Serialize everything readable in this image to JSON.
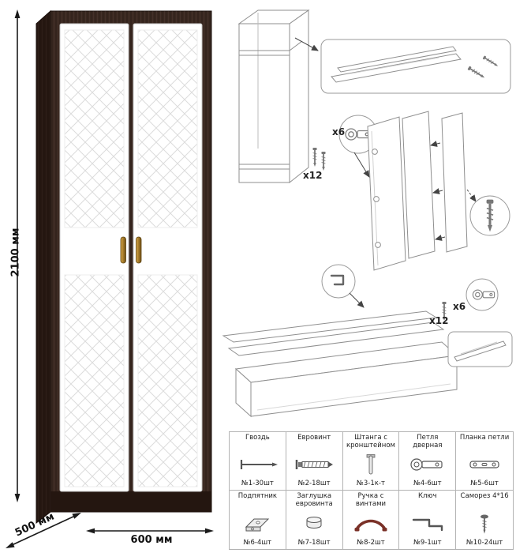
{
  "dimensions": {
    "height_label": "2100 мм",
    "depth_label": "500 мм",
    "width_label": "600 мм"
  },
  "diagram": {
    "qty_labels": {
      "hinges_top": "x6",
      "screws_top": "x12",
      "hinges_bottom": "x6",
      "screws_bottom": "x12"
    }
  },
  "colors": {
    "carcass_wenge": "#3a2820",
    "carcass_side": "#261711",
    "door_white": "#ffffff",
    "quilt_line": "#dcdcdc",
    "handle_gold": "#a57a28",
    "line_art_gray": "#8f8f8f",
    "dimension_black": "#1a1a1a"
  },
  "parts_table": {
    "cells": [
      {
        "name": "Гвоздь",
        "qty": "№1-30шт",
        "icon": "nail-icon"
      },
      {
        "name": "Евровинт",
        "qty": "№2-18шт",
        "icon": "euroscrew-icon"
      },
      {
        "name": "Штанга с кронштейном",
        "qty": "№3-1к-т",
        "icon": "rod-bracket-icon"
      },
      {
        "name": "Петля дверная",
        "qty": "№4-6шт",
        "icon": "door-hinge-icon"
      },
      {
        "name": "Планка петли",
        "qty": "№5-6шт",
        "icon": "hinge-plate-icon"
      },
      {
        "name": "Подпятник",
        "qty": "№6-4шт",
        "icon": "foot-pad-icon"
      },
      {
        "name": "Заглушка евровинта",
        "qty": "№7-18шт",
        "icon": "screw-cap-icon"
      },
      {
        "name": "Ручка с винтами",
        "qty": "№8-2шт",
        "icon": "handle-icon"
      },
      {
        "name": "Ключ",
        "qty": "№9-1шт",
        "icon": "key-icon"
      },
      {
        "name": "Саморез 4*16",
        "qty": "№10-24шт",
        "icon": "self-tapping-screw-icon"
      }
    ]
  }
}
